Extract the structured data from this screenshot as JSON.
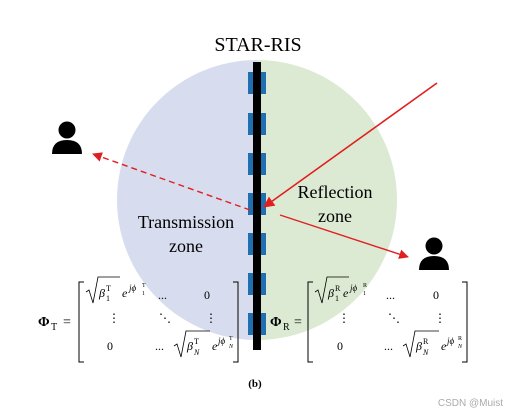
{
  "diagram": {
    "title": "STAR-RIS",
    "transmission_zone": {
      "line1": "Transmission",
      "line2": "zone"
    },
    "reflection_zone": {
      "line1": "Reflection",
      "line2": "zone"
    },
    "caption": "(b)",
    "watermark": "CSDN @Muist"
  },
  "colors": {
    "transmission_fill": "#d7dcef",
    "reflection_fill": "#dcead3",
    "surface": "#000000",
    "element": "#1f6fb2",
    "incident_ray": "#e02020",
    "transmitted_ray": "#e02020",
    "reflected_ray": "#e02020",
    "user": "#000000"
  },
  "icons": {
    "left_user": "user-icon",
    "right_user": "user-icon"
  },
  "matrices": {
    "transmission": {
      "symbol": "Φ",
      "sub": "T",
      "equals": "=",
      "cells": {
        "r1c1_beta": "β",
        "r1c1_sub": "1",
        "r1c1_sup": "T",
        "r1c1_exp": "e",
        "r1c1_phase": "jϕ",
        "r1c1_phase_sub": "1",
        "r1c1_phase_sup": "T",
        "r1c2": "...",
        "r1c3": "0",
        "r2c1": "⋮",
        "r2c2": "⋱",
        "r2c3": "⋮",
        "r3c1": "0",
        "r3c2": "...",
        "r3c3_beta": "β",
        "r3c3_sub": "N",
        "r3c3_sup": "T",
        "r3c3_exp": "e",
        "r3c3_phase": "jϕ",
        "r3c3_phase_sub": "N",
        "r3c3_phase_sup": "T"
      }
    },
    "reflection": {
      "symbol": "Φ",
      "sub": "R",
      "equals": "=",
      "cells": {
        "r1c1_beta": "β",
        "r1c1_sub": "1",
        "r1c1_sup": "R",
        "r1c1_exp": "e",
        "r1c1_phase": "jϕ",
        "r1c1_phase_sub": "1",
        "r1c1_phase_sup": "R",
        "r1c2": "...",
        "r1c3": "0",
        "r2c1": "⋮",
        "r2c2": "⋱",
        "r2c3": "⋮",
        "r3c1": "0",
        "r3c2": "...",
        "r3c3_beta": "β",
        "r3c3_sub": "N",
        "r3c3_sup": "R",
        "r3c3_exp": "e",
        "r3c3_phase": "jϕ",
        "r3c3_phase_sub": "N",
        "r3c3_phase_sup": "R"
      }
    }
  }
}
